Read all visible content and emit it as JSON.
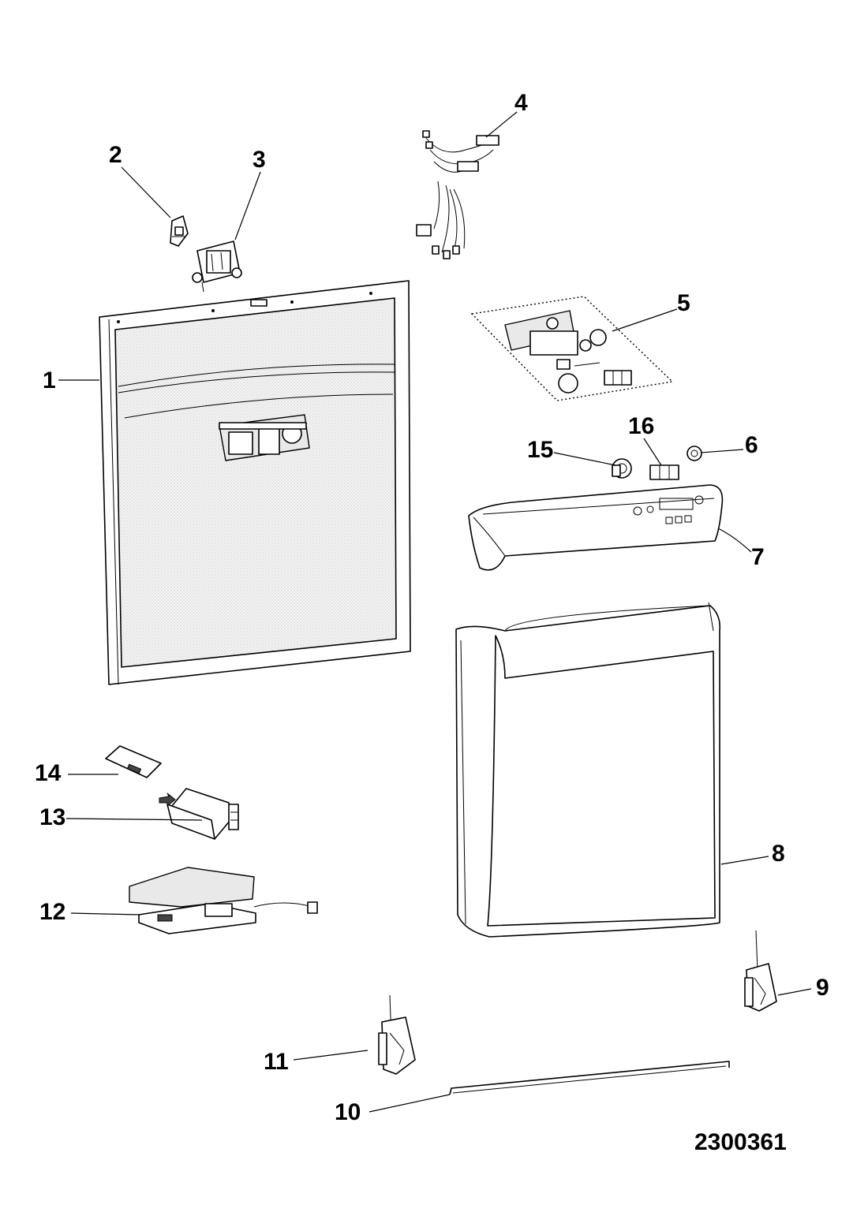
{
  "diagram": {
    "document_number": "2300361",
    "callouts": [
      {
        "id": "1",
        "label": "1"
      },
      {
        "id": "2",
        "label": "2"
      },
      {
        "id": "3",
        "label": "3"
      },
      {
        "id": "4",
        "label": "4"
      },
      {
        "id": "5",
        "label": "5"
      },
      {
        "id": "6",
        "label": "6"
      },
      {
        "id": "7",
        "label": "7"
      },
      {
        "id": "8",
        "label": "8"
      },
      {
        "id": "9",
        "label": "9"
      },
      {
        "id": "10",
        "label": "10"
      },
      {
        "id": "11",
        "label": "11"
      },
      {
        "id": "12",
        "label": "12"
      },
      {
        "id": "13",
        "label": "13"
      },
      {
        "id": "14",
        "label": "14"
      },
      {
        "id": "15",
        "label": "15"
      },
      {
        "id": "16",
        "label": "16"
      }
    ]
  }
}
